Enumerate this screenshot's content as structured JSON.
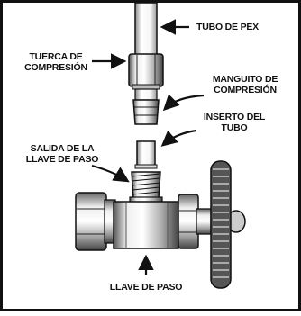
{
  "labels": {
    "tubo_pex": "TUBO DE PEX",
    "tuerca_line1": "TUERCA DE",
    "tuerca_line2": "COMPRESIÓN",
    "manguito_line1": "MANGUITO DE",
    "manguito_line2": "COMPRESIÓN",
    "inserto_line1": "INSERTO DEL",
    "inserto_line2": "TUBO",
    "salida_line1": "SALIDA DE LA",
    "salida_line2": "LLAVE DE PASO",
    "llave": "LLAVE DE PASO"
  }
}
